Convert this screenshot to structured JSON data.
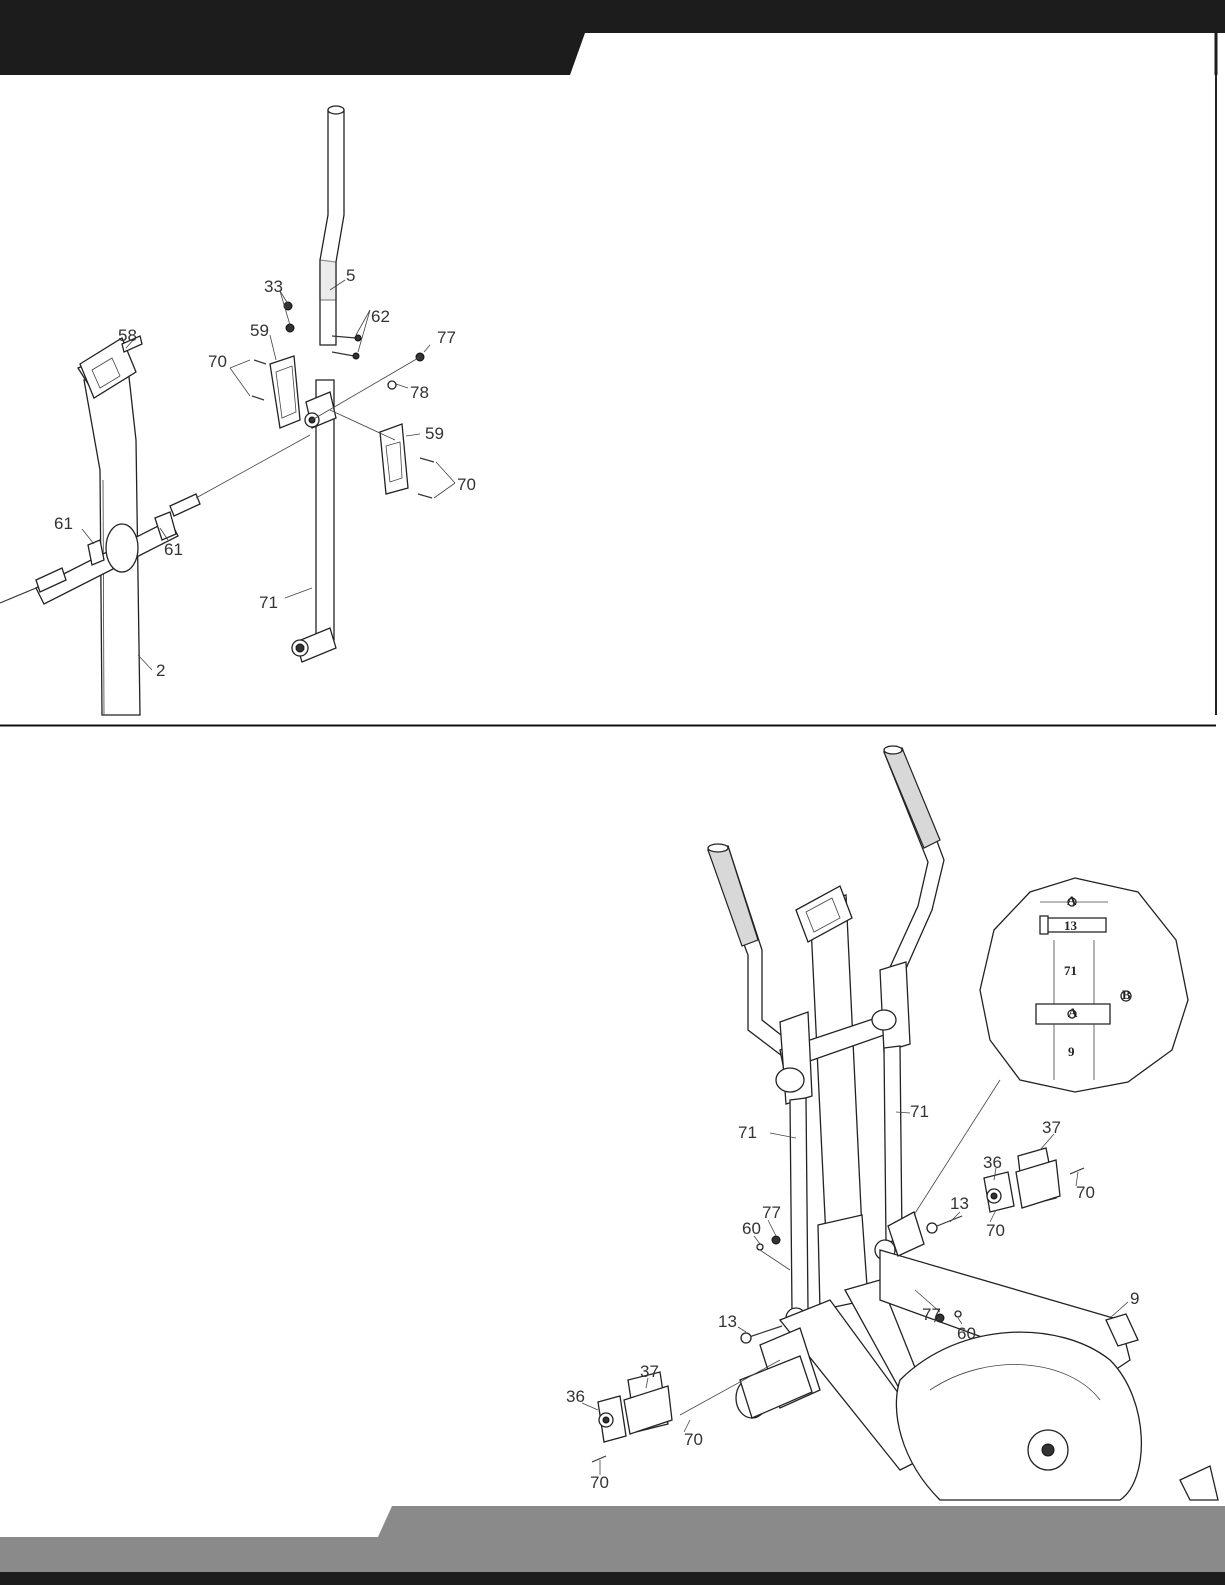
{
  "top_diagram": {
    "labels": {
      "p2": "2",
      "p5": "5",
      "p33": "33",
      "p58": "58",
      "p59a": "59",
      "p59b": "59",
      "p61a": "61",
      "p61b": "61",
      "p62": "62",
      "p70a": "70",
      "p70b": "70",
      "p71": "71",
      "p77": "77",
      "p78": "78"
    }
  },
  "bottom_diagram": {
    "labels": {
      "p9": "9",
      "p13a": "13",
      "p13b": "13",
      "p36a": "36",
      "p36b": "36",
      "p37a": "37",
      "p37b": "37",
      "p60a": "60",
      "p60b": "60",
      "p70a": "70",
      "p70b": "70",
      "p70c": "70",
      "p70d": "70",
      "p71a": "71",
      "p71b": "71",
      "p77a": "77",
      "p77b": "77"
    },
    "detail": {
      "bolt": "13",
      "arm": "71",
      "frame": "9",
      "marker_a1": "A",
      "marker_a2": "A",
      "marker_b": "B"
    }
  },
  "colors": {
    "header_dark": "#1c1c1c",
    "footer_gray": "#8a8a8a",
    "footer_dark": "#1c1c1c",
    "line": "#333333"
  }
}
